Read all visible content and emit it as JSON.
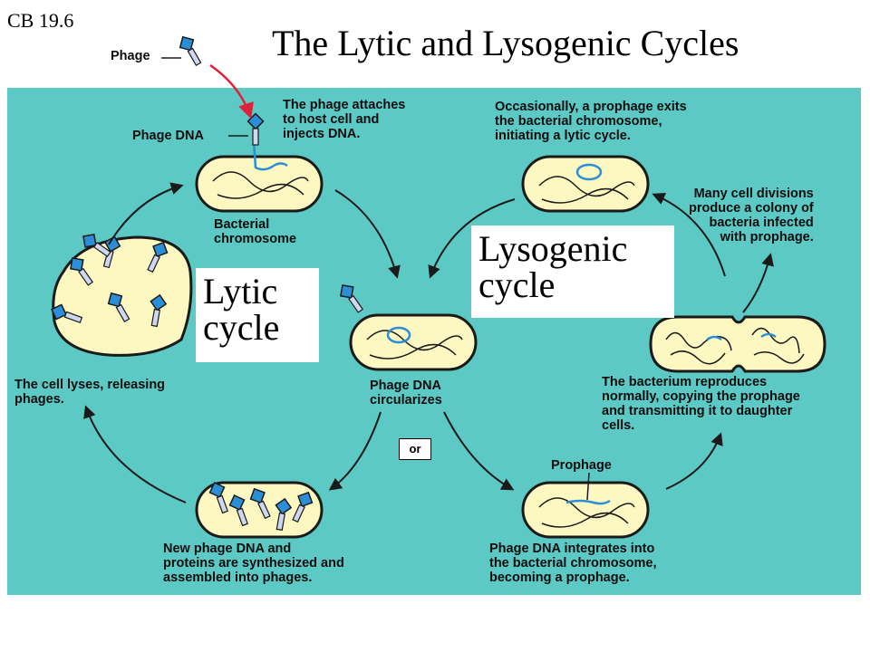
{
  "ref": "CB 19.6",
  "title": "The Lytic and Lysogenic Cycles",
  "colors": {
    "background": "#5cc9c4",
    "cell_fill": "#fdf7c2",
    "dna_blue": "#2a8fd6",
    "arrow": "#1a1a1a",
    "red_arrow": "#e0203a"
  },
  "labels": {
    "phage": "Phage",
    "phage_dna": "Phage DNA",
    "attach": "The phage attaches\nto host cell and\ninjects DNA.",
    "bacterial_chromosome": "Bacterial\nchromosome",
    "lyses": "The cell lyses, releasing\nphages.",
    "circularizes": "Phage DNA\ncircularizes",
    "or": "or",
    "synthesized": "New phage DNA and\nproteins are synthesized and\nassembled into phages.",
    "prophage": "Prophage",
    "integrates": "Phage DNA integrates into\nthe bacterial chromosome,\nbecoming a prophage.",
    "reproduces": "The bacterium reproduces\nnormally, copying the prophage\nand transmitting it to daughter\ncells.",
    "divisions": "Many cell divisions\nproduce a colony of\nbacteria infected\nwith prophage.",
    "exits": "Occasionally, a prophage exits\nthe bacterial chromosome,\ninitiating a lytic cycle."
  },
  "cycle_labels": {
    "lytic": "Lytic\ncycle",
    "lysogenic": "Lysogenic\ncycle"
  }
}
